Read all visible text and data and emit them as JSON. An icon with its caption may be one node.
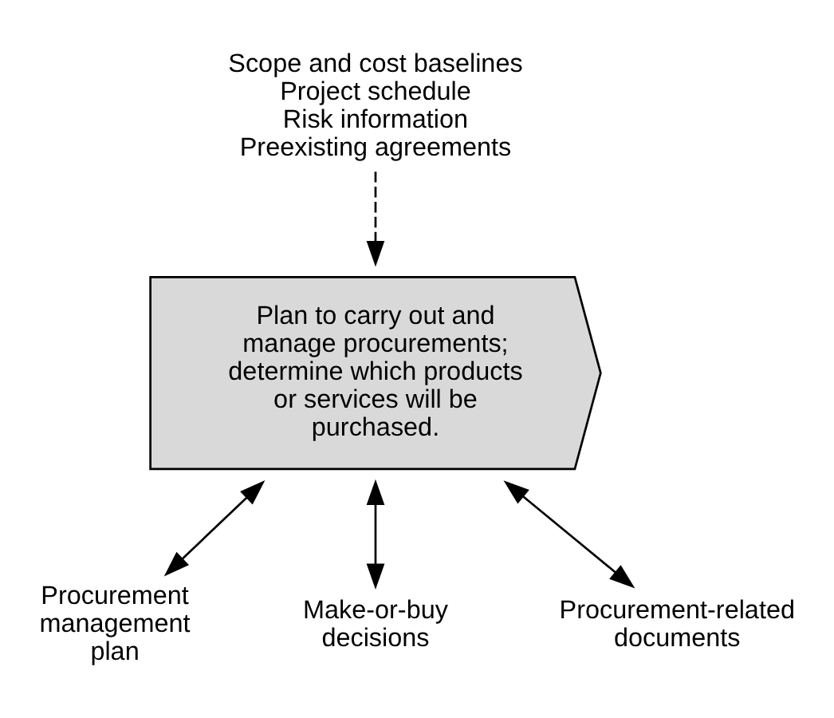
{
  "diagram": {
    "nodes": [
      {
        "text": [
          "Scope and cost baselines",
          "Project schedule",
          "Risk information",
          "Preexisting agreements"
        ]
      },
      {
        "text": [
          "Plan to carry out and manage procurements; determine which products or services will be purchased."
        ]
      },
      {
        "text": [
          "Procurement management plan"
        ]
      },
      {
        "text": [
          "Make-or-buy decisions"
        ]
      },
      {
        "text": [
          "Procurement-related documents"
        ]
      }
    ],
    "edges": [
      {
        "from": 0,
        "to": 1,
        "arrow": "to",
        "style": "dashed"
      },
      {
        "from": 1,
        "to": 2,
        "arrow": "both"
      },
      {
        "from": 1,
        "to": 3,
        "arrow": "both"
      },
      {
        "from": 1,
        "to": 4,
        "arrow": "both"
      }
    ]
  }
}
